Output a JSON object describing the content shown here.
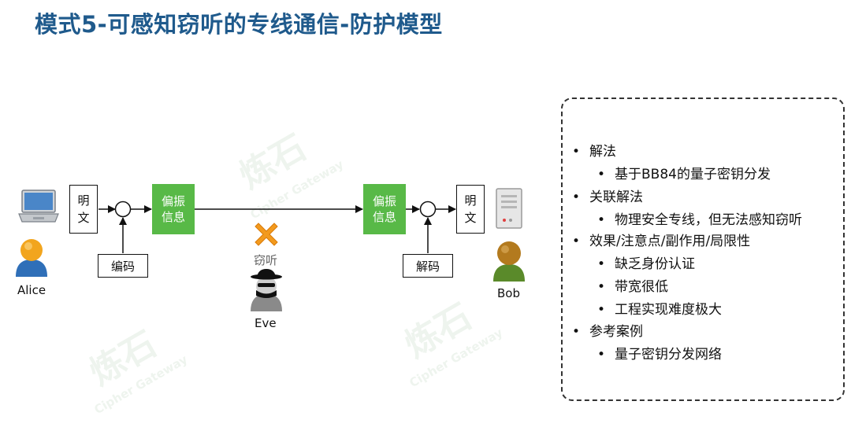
{
  "title": "模式5-可感知窃听的专线通信-防护模型",
  "watermark": {
    "cn": "炼石",
    "en": "Cipher Gateway"
  },
  "diagram": {
    "alice": {
      "name": "Alice",
      "plaintext": "明\n文",
      "encoder": "编码",
      "polarizer": "偏振\n信息"
    },
    "bob": {
      "name": "Bob",
      "plaintext": "明\n文",
      "decoder": "解码",
      "polarizer": "偏振\n信息"
    },
    "eve": {
      "name": "Eve",
      "action": "窃听"
    }
  },
  "notes": [
    {
      "level": 1,
      "text": "解法"
    },
    {
      "level": 2,
      "text": "基于BB84的量子密钥分发"
    },
    {
      "level": 1,
      "text": "关联解法"
    },
    {
      "level": 2,
      "text": "物理安全专线，但无法感知窃听"
    },
    {
      "level": 1,
      "text": "效果/注意点/副作用/局限性"
    },
    {
      "level": 2,
      "text": "缺乏身份认证"
    },
    {
      "level": 2,
      "text": "带宽很低"
    },
    {
      "level": 2,
      "text": "工程实现难度极大"
    },
    {
      "level": 1,
      "text": "参考案例"
    },
    {
      "level": 2,
      "text": "量子密钥分发网络"
    }
  ],
  "colors": {
    "title": "#1f5a8c",
    "polarizer": "#58b947",
    "eve_mark": "#f39a1e"
  }
}
